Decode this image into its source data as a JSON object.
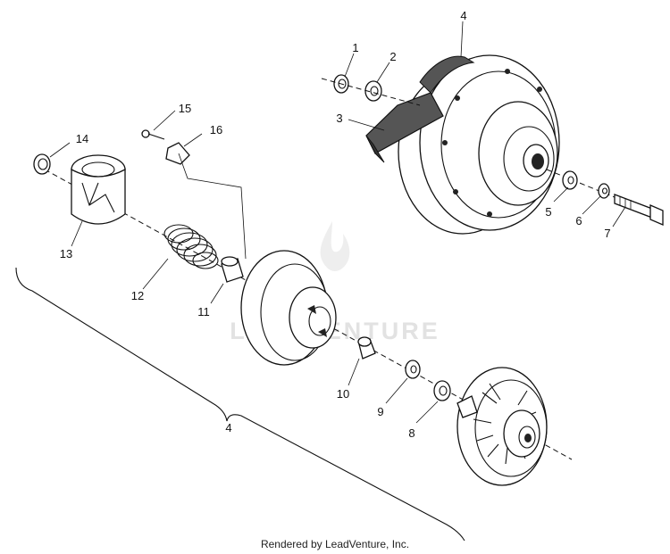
{
  "diagram": {
    "callouts": [
      {
        "id": "1",
        "label": "1"
      },
      {
        "id": "2",
        "label": "2"
      },
      {
        "id": "3",
        "label": "3"
      },
      {
        "id": "4a",
        "label": "4"
      },
      {
        "id": "5",
        "label": "5"
      },
      {
        "id": "6",
        "label": "6"
      },
      {
        "id": "7",
        "label": "7"
      },
      {
        "id": "8",
        "label": "8"
      },
      {
        "id": "9",
        "label": "9"
      },
      {
        "id": "10",
        "label": "10"
      },
      {
        "id": "11",
        "label": "11"
      },
      {
        "id": "12",
        "label": "12"
      },
      {
        "id": "13",
        "label": "13"
      },
      {
        "id": "14",
        "label": "14"
      },
      {
        "id": "15",
        "label": "15"
      },
      {
        "id": "16",
        "label": "16"
      },
      {
        "id": "4b",
        "label": "4"
      }
    ],
    "watermark": "LEADVENTURE",
    "credit": "Rendered by LeadVenture, Inc."
  }
}
